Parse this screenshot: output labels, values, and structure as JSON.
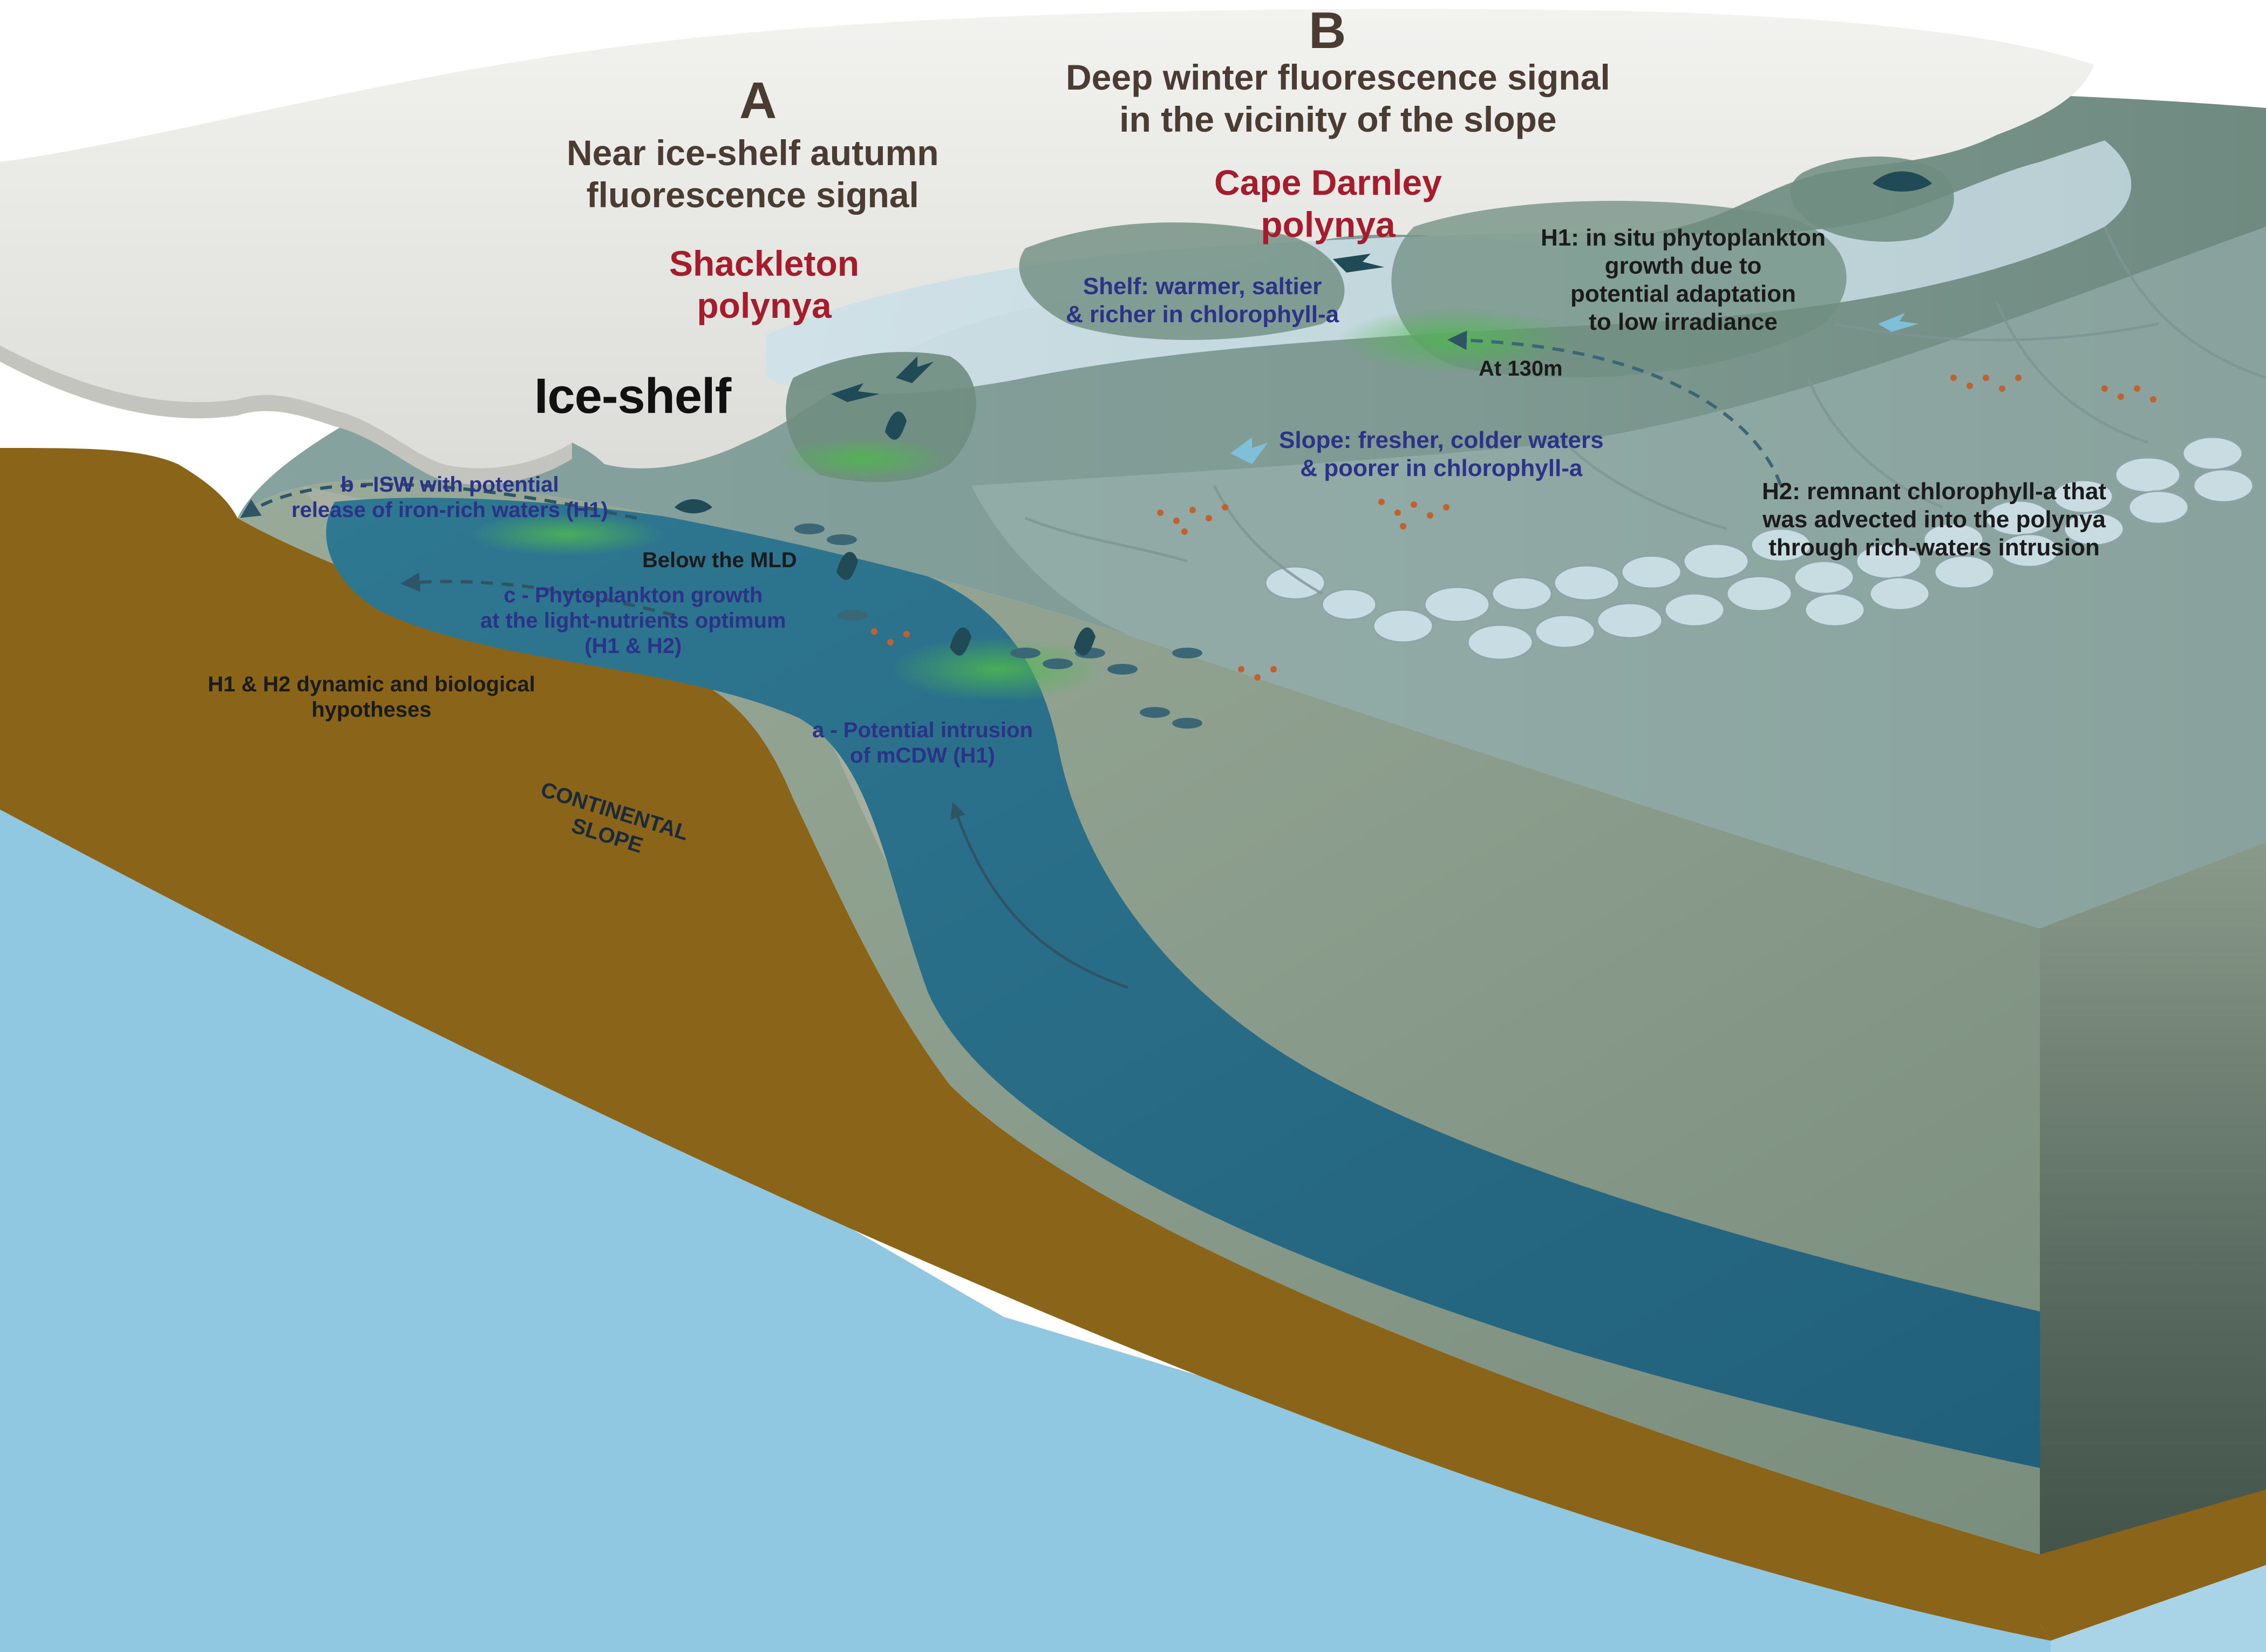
{
  "panels": {
    "a": {
      "letter": "A",
      "title_lines": [
        "Near ice-shelf autumn",
        "fluorescence signal"
      ],
      "polynya_lines": [
        "Shackleton",
        "polynya"
      ]
    },
    "b": {
      "letter": "B",
      "title_lines": [
        "Deep winter fluorescence signal",
        "in the vicinity of the slope"
      ],
      "polynya_lines": [
        "Cape Darnley",
        "polynya"
      ]
    }
  },
  "labels": {
    "ice_shelf": "Ice-shelf",
    "shelf_lines": [
      "Shelf: warmer, saltier",
      "& richer in chlorophyll-a"
    ],
    "slope_lines": [
      "Slope: fresher, colder waters",
      "& poorer in chlorophyll-a"
    ],
    "h1_lines": [
      "H1: in situ phytoplankton",
      "growth due to",
      "potential adaptation",
      "to low irradiance"
    ],
    "h2_lines": [
      "H2: remnant chlorophyll-a that",
      "was advected into the polynya",
      "through rich-waters intrusion"
    ],
    "at_depth": "At 130m",
    "isw_lines": [
      "b - ISW with potential",
      "release of iron-rich waters (H1)"
    ],
    "below_mld": "Below the MLD",
    "phyto_lines": [
      "c - Phytoplankton growth",
      "at the light-nutrients optimum",
      "(H1 & H2)"
    ],
    "hypotheses_lines": [
      "H1 & H2 dynamic and biological",
      "hypotheses"
    ],
    "intrusion_lines": [
      "a - Potential intrusion",
      "of mCDW (H1)"
    ],
    "continental_slope_lines": [
      "CONTINENTAL",
      "SLOPE"
    ]
  },
  "colors": {
    "seafloor": "#8a6419",
    "deep_water": "#2c6f8c",
    "shelf_water": "#6d8d86",
    "ice_shelf": "#e9e9e6",
    "sea_ice": "#c6dbe2",
    "label_red": "#a51c2d",
    "label_blue": "#2b3287"
  }
}
